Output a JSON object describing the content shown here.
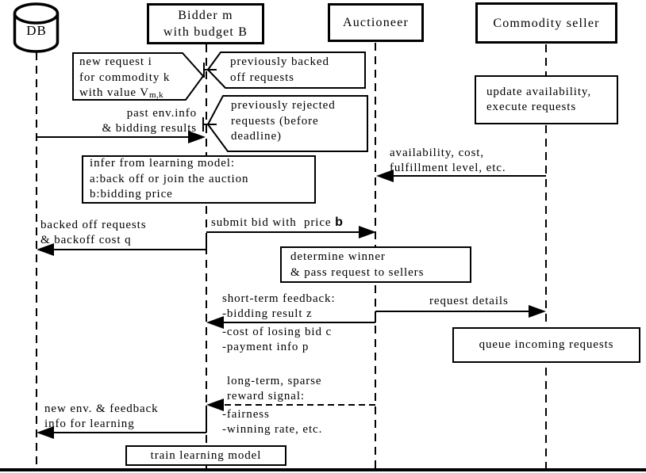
{
  "colors": {
    "ink": "#000000",
    "paper": "#ffffff"
  },
  "actors": {
    "db": {
      "label": "DB"
    },
    "bidder": {
      "label": "Bidder m\nwith budget B"
    },
    "auctioneer": {
      "label": "Auctioneer"
    },
    "seller": {
      "label": "Commodity seller"
    }
  },
  "notes": {
    "new_request": {
      "text": "new request i\nfor commodity k\nwith value V",
      "subscript": "m,k"
    },
    "backed_off": {
      "text": "previously backed\noff requests"
    },
    "rejected": {
      "text": "previously rejected\nrequests (before\ndeadline)"
    },
    "update_availability": {
      "text": "update availability,\nexecute requests"
    },
    "infer": {
      "text": "infer from learning model:\na:back off or join the auction\nb:bidding price"
    },
    "determine_winner": {
      "text": "determine winner\n& pass request to sellers"
    },
    "queue_requests": {
      "text": "queue incoming requests"
    },
    "train_model": {
      "text": "train learning model"
    }
  },
  "messages": {
    "past_env": {
      "label": "past env.info\n& bidding results",
      "from": "DB",
      "to": "Bidder m",
      "style": "solid"
    },
    "availability": {
      "label": "availability, cost,\nfulfillment level, etc.",
      "from": "Commodity seller",
      "to": "Auctioneer",
      "style": "solid"
    },
    "submit_bid": {
      "label": "submit bid with  price ",
      "emphasis": "b",
      "from": "Bidder m",
      "to": "Auctioneer",
      "style": "solid"
    },
    "backed_requests": {
      "label": "backed off requests\n& backoff cost q",
      "from": "Bidder m",
      "to": "DB",
      "style": "solid"
    },
    "request_details": {
      "label": "request details",
      "from": "Auctioneer",
      "to": "Commodity seller",
      "style": "solid"
    },
    "short_term": {
      "label_above": "short-term feedback:\n-bidding result z",
      "label_below": "-cost of losing bid c\n-payment info p",
      "from": "Auctioneer",
      "to": "Bidder m",
      "style": "solid"
    },
    "long_term": {
      "label_above": "long-term, sparse\nreward signal:",
      "label_below": "-fairness\n-winning rate, etc.",
      "from": "Auctioneer",
      "to": "Bidder m",
      "style": "dashed"
    },
    "new_env": {
      "label": "new env. & feedback\ninfo for learning",
      "from": "Bidder m",
      "to": "DB",
      "style": "solid"
    }
  }
}
